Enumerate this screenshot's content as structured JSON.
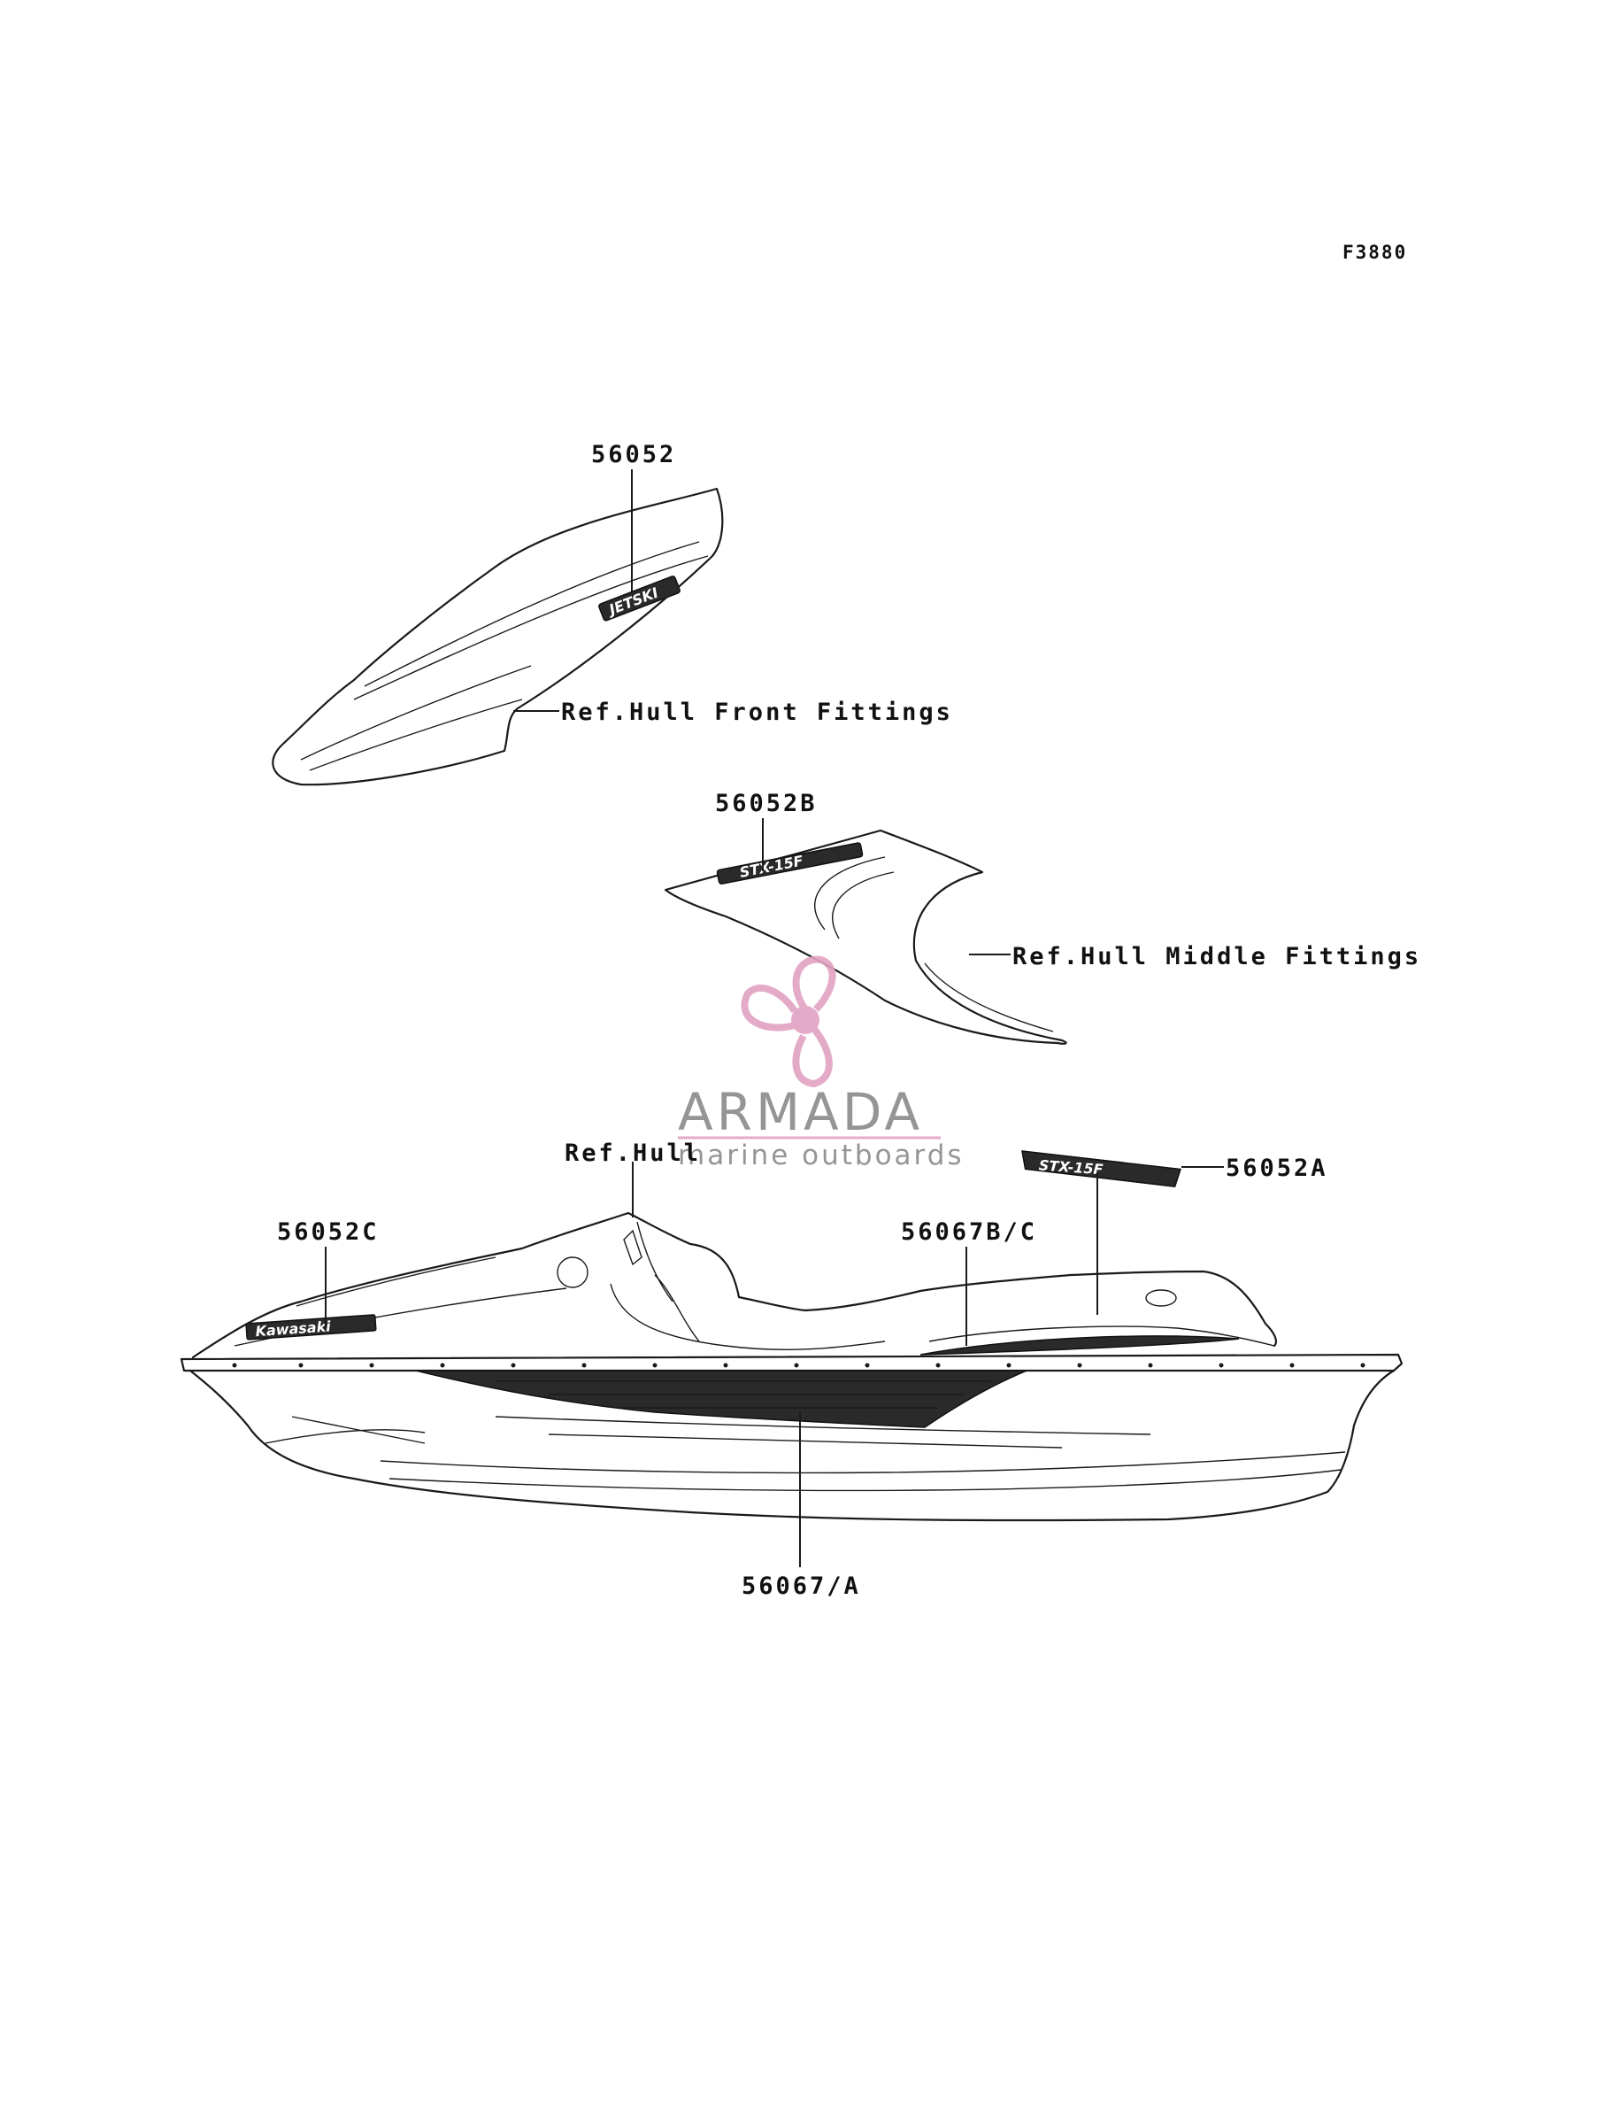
{
  "figure_id": "F3880",
  "callouts": {
    "hood_decal": "56052",
    "ref_front": "Ref.Hull Front Fittings",
    "middle_decal": "56052B",
    "ref_middle": "Ref.Hull Middle Fittings",
    "ref_hull": "Ref.Hull",
    "rear_decal": "56052A",
    "front_side_decal": "56052C",
    "side_stripe_upper": "56067B/C",
    "side_stripe_lower": "56067/A"
  },
  "decals": {
    "hood": "JETSKI",
    "middle": "STX-15F",
    "side": "Kawasaki",
    "rear": "STX-15F"
  },
  "watermark": {
    "brand": "ARMADA",
    "tagline": "marine outboards",
    "color_main": "#8a8a8a",
    "color_accent": "#e2a2c4"
  }
}
